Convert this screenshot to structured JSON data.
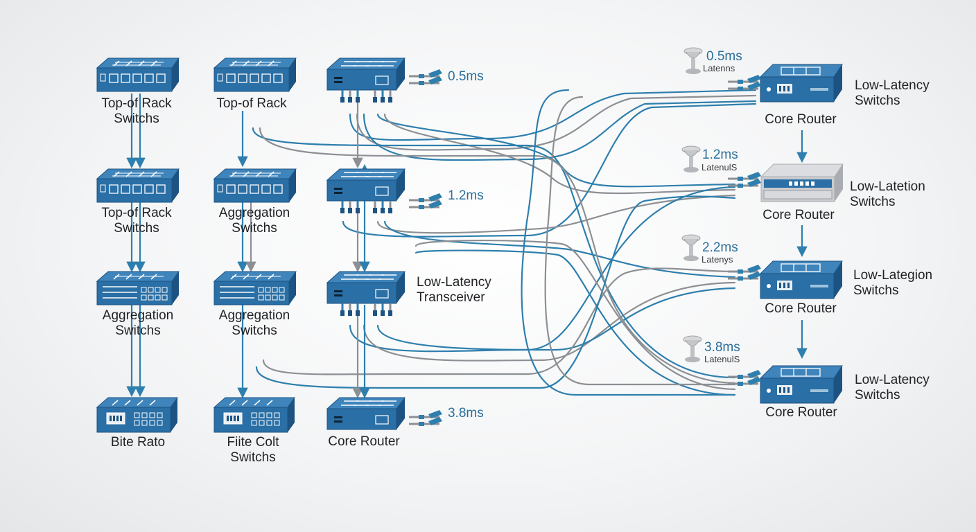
{
  "colors": {
    "device_blue": "#2a6fa5",
    "device_blue_dark": "#1d5382",
    "link_blue": "#2e7fad",
    "link_gray": "#8c8f93",
    "latency_text": "#2a6f9a"
  },
  "columns": [
    {
      "devices": [
        {
          "label": "Top-of Rack\nSwitchs",
          "icon": "rack-switch-icon"
        },
        {
          "label": "Top-of Rack\nSwitchs",
          "icon": "rack-switch-icon"
        },
        {
          "label": "Aggregation\nSwitchs",
          "icon": "aggregation-switch-icon"
        },
        {
          "label": "Bite Rato",
          "icon": "box-switch-icon"
        }
      ]
    },
    {
      "devices": [
        {
          "label": "Top-of Rack",
          "icon": "rack-switch-icon"
        },
        {
          "label": "Aggregation\nSwitchs",
          "icon": "rack-switch-icon"
        },
        {
          "label": "Aggregation\nSwitchs",
          "icon": "aggregation-switch-icon"
        },
        {
          "label": "Fiite Colt\nSwitchs",
          "icon": "box-switch-icon"
        }
      ]
    },
    {
      "devices": [
        {
          "label": "",
          "icon": "router-icon",
          "latency": "0.5ms"
        },
        {
          "label": "",
          "icon": "router-icon",
          "latency": "1.2ms"
        },
        {
          "label": "Low-Latency\nTransceiver",
          "icon": "router-icon"
        },
        {
          "label": "Core Router",
          "icon": "router-icon",
          "latency": "3.8ms"
        }
      ]
    }
  ],
  "core_routers": [
    {
      "label": "Core Router",
      "side_label": "Low-Latency\nSwitchs",
      "latency": "0.5ms",
      "latency_sub": "Latenns"
    },
    {
      "label": "Core Router",
      "side_label": "Low-Latetion\nSwitchs",
      "latency": "1.2ms",
      "latency_sub": "LatenulS"
    },
    {
      "label": "Core Router",
      "side_label": "Low-Lategion\nSwitchs",
      "latency": "2.2ms",
      "latency_sub": "Latenys"
    },
    {
      "label": "Core Router",
      "side_label": "Low-Latency\nSwitchs",
      "latency": "3.8ms",
      "latency_sub": "LatenulS"
    }
  ]
}
